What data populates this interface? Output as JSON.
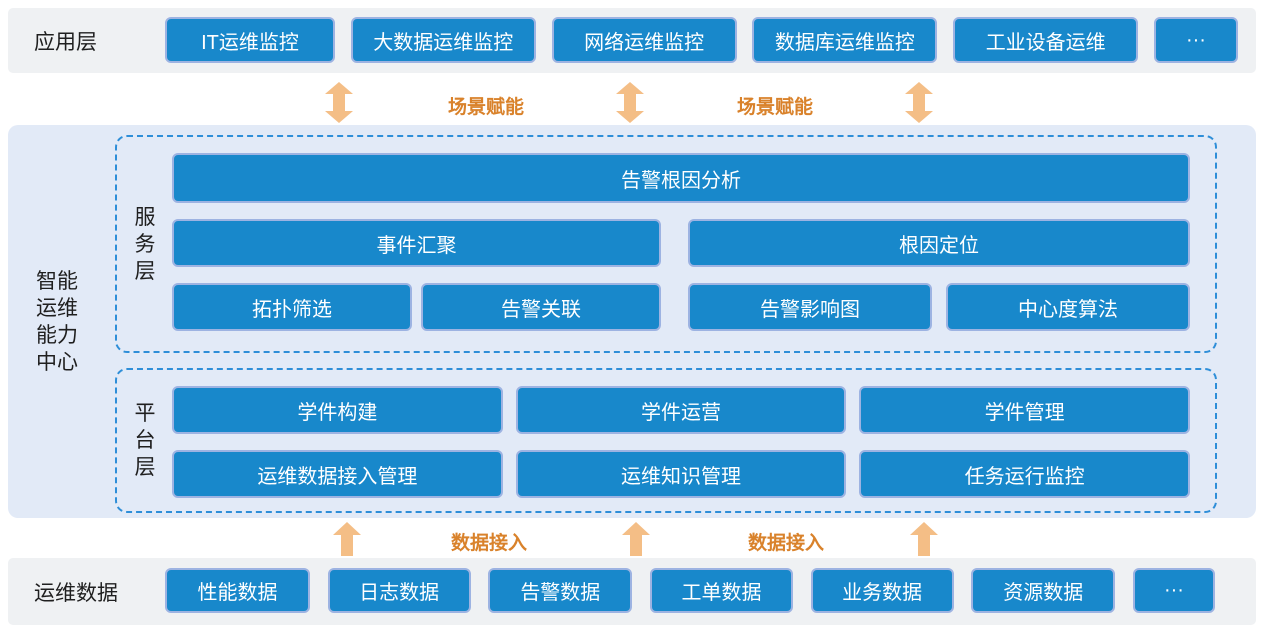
{
  "colors": {
    "node_blue": "#1888CB",
    "node_border": "#9DB3E2",
    "band_gray": "#EFF1F3",
    "band_blue": "#E2EAF7",
    "dashed_border": "#2E8ED8",
    "arrow_fill": "#F4BE86",
    "arrow_label": "#D9822B",
    "text_dark": "#1F1F1F",
    "node_text": "#FFFFFF"
  },
  "app_layer": {
    "label": "应用层",
    "items": [
      "IT运维监控",
      "大数据运维监控",
      "网络运维监控",
      "数据库运维监控",
      "工业设备运维",
      "···"
    ]
  },
  "scene_connector": {
    "label_1": "场景赋能",
    "label_2": "场景赋能"
  },
  "capability_center": {
    "label_lines": [
      "智能",
      "运维",
      "能力",
      "中心"
    ],
    "service_layer": {
      "label_chars": [
        "服",
        "务",
        "层"
      ],
      "row1": [
        "告警根因分析"
      ],
      "row2": [
        "事件汇聚",
        "根因定位"
      ],
      "row3": [
        "拓扑筛选",
        "告警关联",
        "告警影响图",
        "中心度算法"
      ]
    },
    "platform_layer": {
      "label_chars": [
        "平",
        "台",
        "层"
      ],
      "row1": [
        "学件构建",
        "学件运营",
        "学件管理"
      ],
      "row2": [
        "运维数据接入管理",
        "运维知识管理",
        "任务运行监控"
      ]
    }
  },
  "data_connector": {
    "label_1": "数据接入",
    "label_2": "数据接入"
  },
  "data_layer": {
    "label": "运维数据",
    "items": [
      "性能数据",
      "日志数据",
      "告警数据",
      "工单数据",
      "业务数据",
      "资源数据",
      "···"
    ]
  }
}
